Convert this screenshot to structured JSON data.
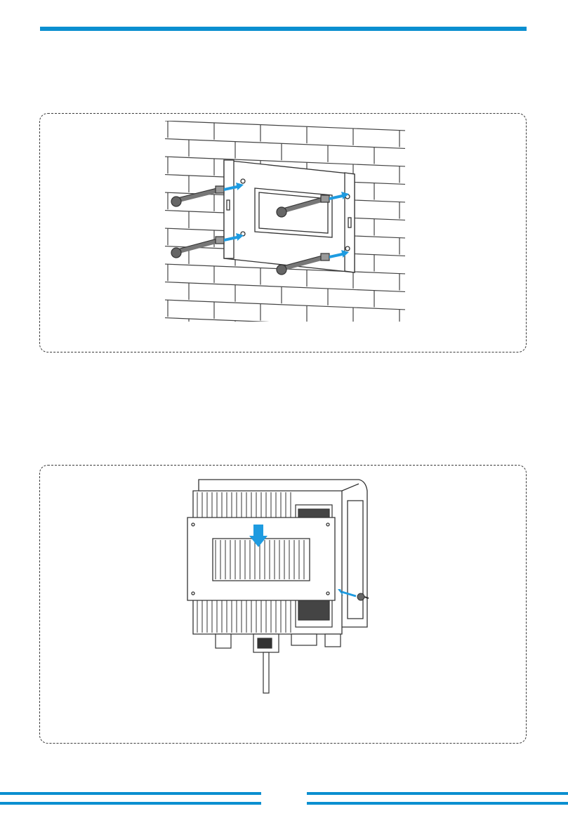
{
  "colors": {
    "accent": "#0b8fd0",
    "arrow": "#1e9be0",
    "background": "#ffffff",
    "line": "#333333"
  },
  "figures": [
    {
      "name": "wall-bracket-anchor-installation",
      "icons": [
        "brick-wall",
        "mounting-bracket",
        "expansion-bolt-icon",
        "arrow-icon"
      ]
    },
    {
      "name": "inverter-hanging-on-bracket",
      "icons": [
        "inverter",
        "heat-sink",
        "down-arrow-icon",
        "locking-screw-icon"
      ]
    }
  ],
  "footer": {
    "left_rules": 2,
    "right_rules": 2
  }
}
